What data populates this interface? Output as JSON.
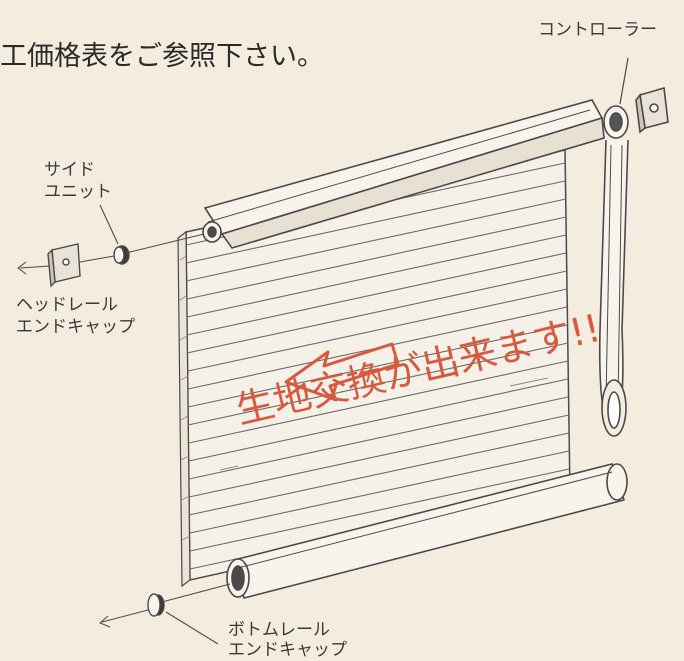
{
  "heading": "工価格表をご参照下さい。",
  "labels": {
    "controller": "コントローラー",
    "side_unit_1": "サイド",
    "side_unit_2": "ユニット",
    "headrail_cap_1": "ヘッドレール",
    "headrail_cap_2": "エンドキャップ",
    "bottomrail_cap_1": "ボトムレール",
    "bottomrail_cap_2": "エンドキャップ"
  },
  "callout": "生地交換が出来ます!!",
  "colors": {
    "background": "#f3ecdf",
    "line": "#4a4a4a",
    "accent": "#d9593f"
  },
  "icons": [
    "left-arrow-icon"
  ]
}
